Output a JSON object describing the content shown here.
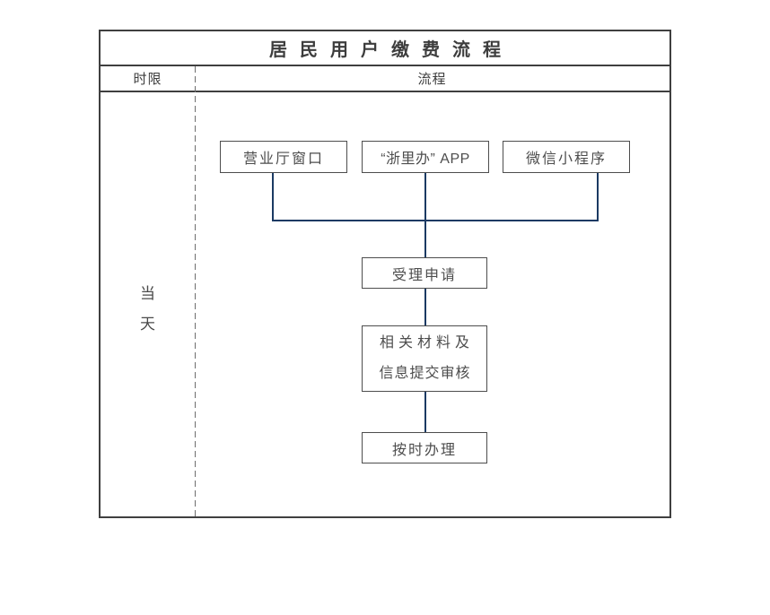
{
  "diagram": {
    "title": "居民用户缴费流程",
    "header": {
      "time_limit": "时限",
      "process": "流程"
    },
    "time_cell": {
      "char1": "当",
      "char2": "天"
    },
    "channels": [
      {
        "label": "营业厅窗口"
      },
      {
        "label": "“浙里办” APP"
      },
      {
        "label": "微信小程序"
      }
    ],
    "steps": [
      {
        "label": "受理申请"
      },
      {
        "line1": "相关材料及",
        "line2": "信息提交审核"
      },
      {
        "label": "按时办理"
      }
    ],
    "colors": {
      "connector": "#1b3a63",
      "frame_border": "#3f3f3f",
      "box_border": "#4d4d4d",
      "text": "#4a4a4a",
      "background": "#ffffff"
    }
  }
}
